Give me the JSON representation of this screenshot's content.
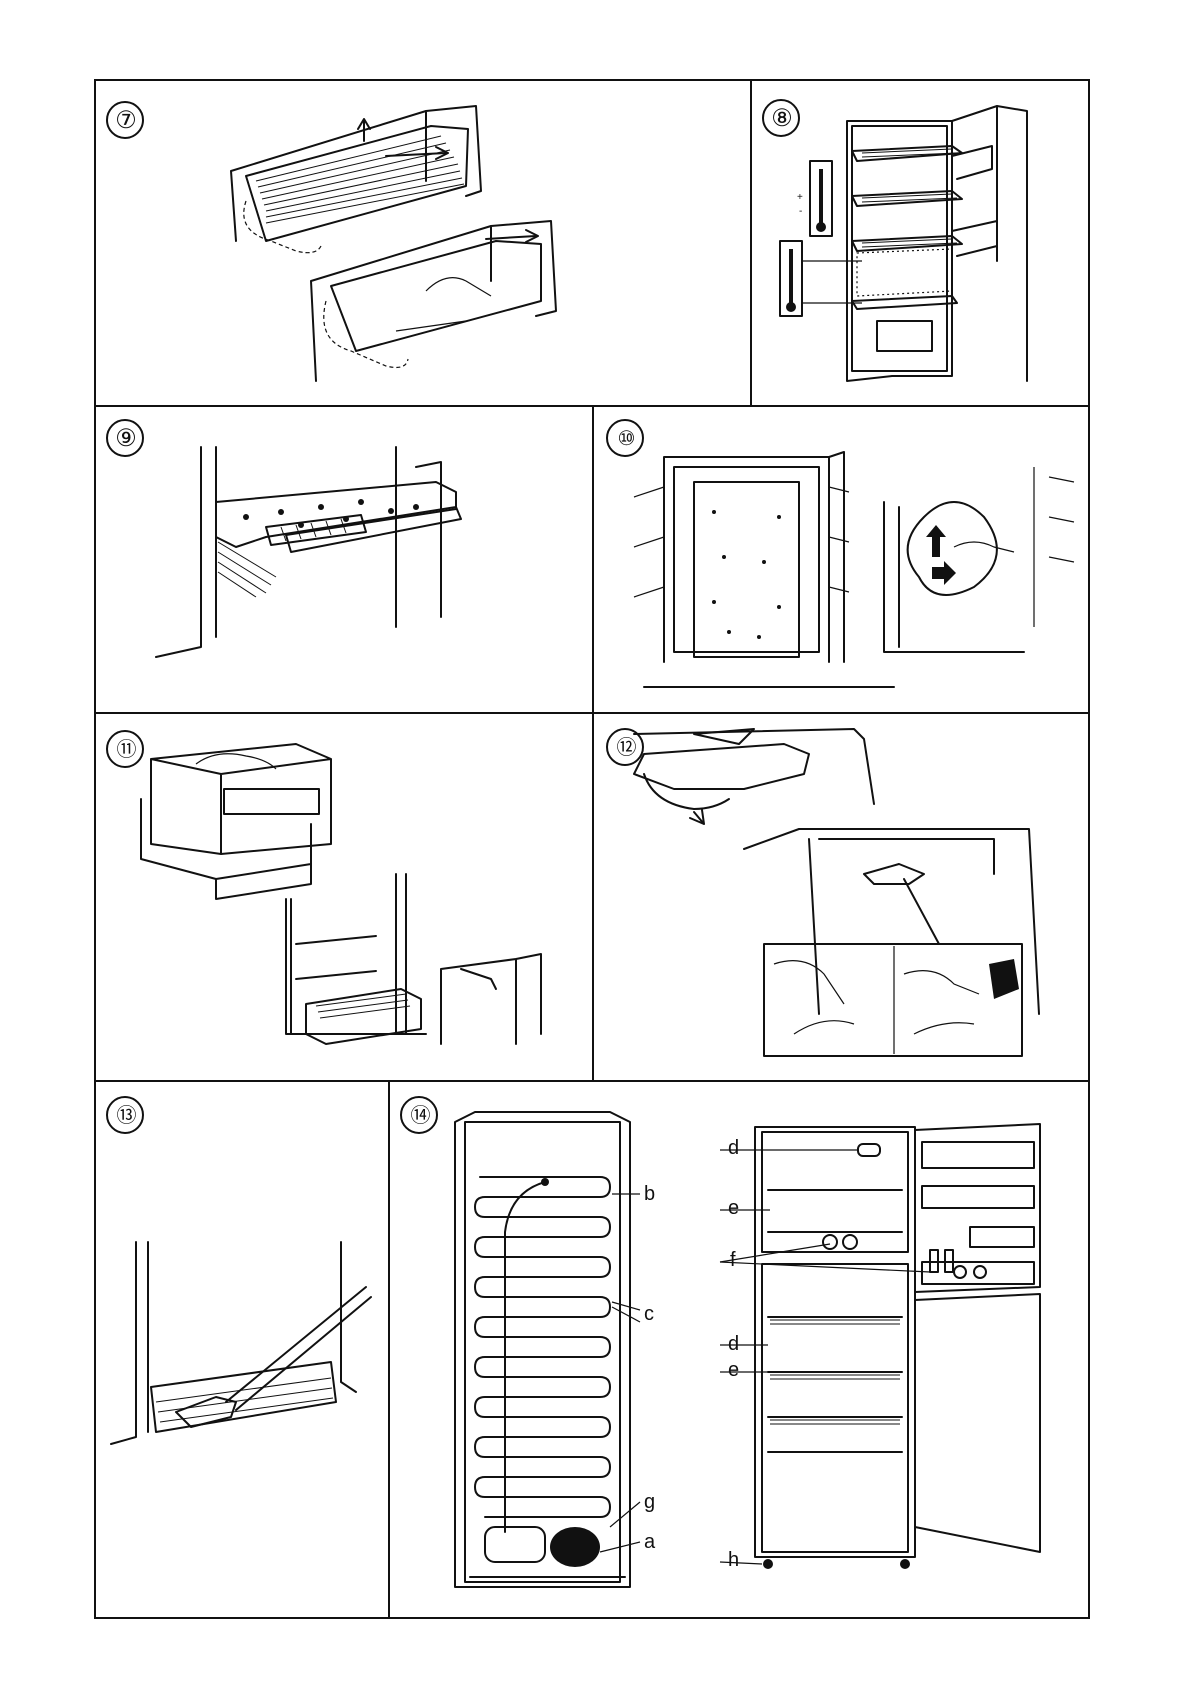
{
  "figures": [
    {
      "id": "fig7",
      "number": "⑦"
    },
    {
      "id": "fig8",
      "number": "⑧"
    },
    {
      "id": "fig9",
      "number": "⑨"
    },
    {
      "id": "fig10",
      "number": "⑩"
    },
    {
      "id": "fig11",
      "number": "⑪"
    },
    {
      "id": "fig12",
      "number": "⑫"
    },
    {
      "id": "fig13",
      "number": "⑬"
    },
    {
      "id": "fig14",
      "number": "⑭"
    }
  ],
  "fig8": {
    "thermo_plus": "+",
    "thermo_minus": "-"
  },
  "fig14": {
    "labels": {
      "a": "a",
      "b": "b",
      "c": "c",
      "d": "d",
      "e": "e",
      "f": "f",
      "g": "g",
      "h": "h"
    }
  },
  "icons": {
    "arrow_up": "arrow-up-icon",
    "arrow_down": "arrow-down-icon"
  }
}
